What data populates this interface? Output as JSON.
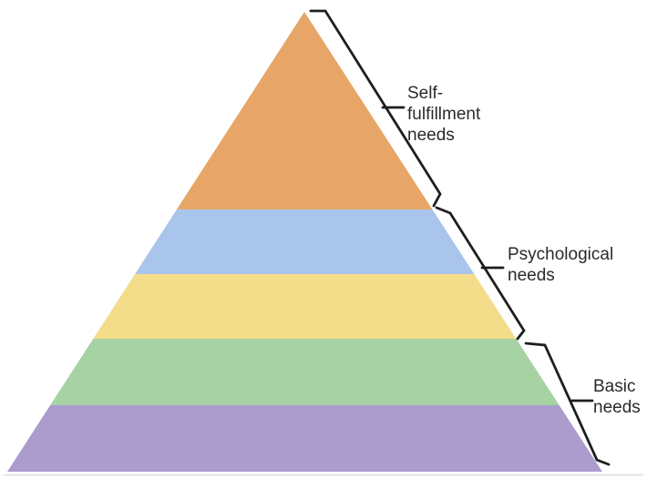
{
  "diagram": {
    "type": "pyramid",
    "layers": [
      {
        "name": "layer-1-top",
        "color": "#e7a668"
      },
      {
        "name": "layer-2",
        "color": "#aac5eb"
      },
      {
        "name": "layer-3",
        "color": "#f4dd8a"
      },
      {
        "name": "layer-4",
        "color": "#a6d2a4"
      },
      {
        "name": "layer-5-bottom",
        "color": "#ab9ccd"
      }
    ],
    "groups": [
      {
        "label": "Self-fulfillment needs",
        "spans": "top layer"
      },
      {
        "label": "Psychological needs",
        "spans": "layers 2-3"
      },
      {
        "label": "Basic needs",
        "spans": "layers 4-5"
      }
    ],
    "line_color": "#1e1e1e",
    "text_color": "#2b2a28",
    "baseline_color": "#dcdcda"
  }
}
